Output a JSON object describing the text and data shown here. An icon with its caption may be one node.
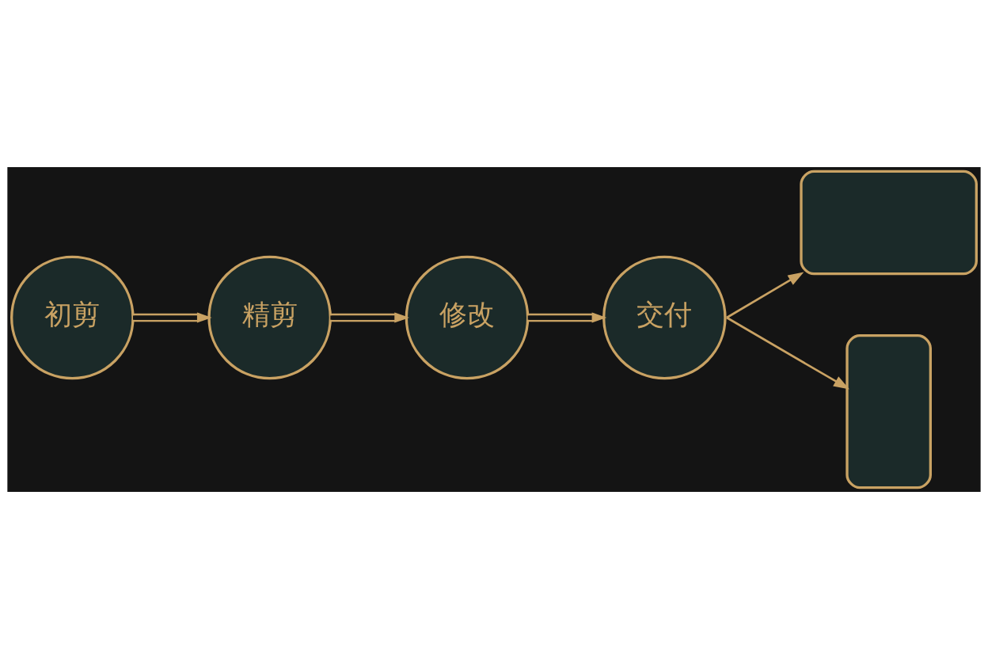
{
  "diagram": {
    "nodes": [
      {
        "text": [
          "初剪"
        ]
      },
      {
        "text": [
          "精剪"
        ]
      },
      {
        "text": [
          "修改"
        ]
      },
      {
        "text": [
          "交付"
        ]
      },
      {
        "text": [],
        "shape": "box"
      },
      {
        "text": [],
        "shape": "box"
      }
    ],
    "edges": [
      {
        "from": 0,
        "to": 1,
        "arrow": "to"
      },
      {
        "from": 1,
        "to": 2,
        "arrow": "to"
      },
      {
        "from": 2,
        "to": 3,
        "arrow": "to"
      },
      {
        "from": 3,
        "to": 4,
        "arrow": "to"
      },
      {
        "from": 3,
        "to": 5,
        "arrow": "to"
      }
    ]
  }
}
